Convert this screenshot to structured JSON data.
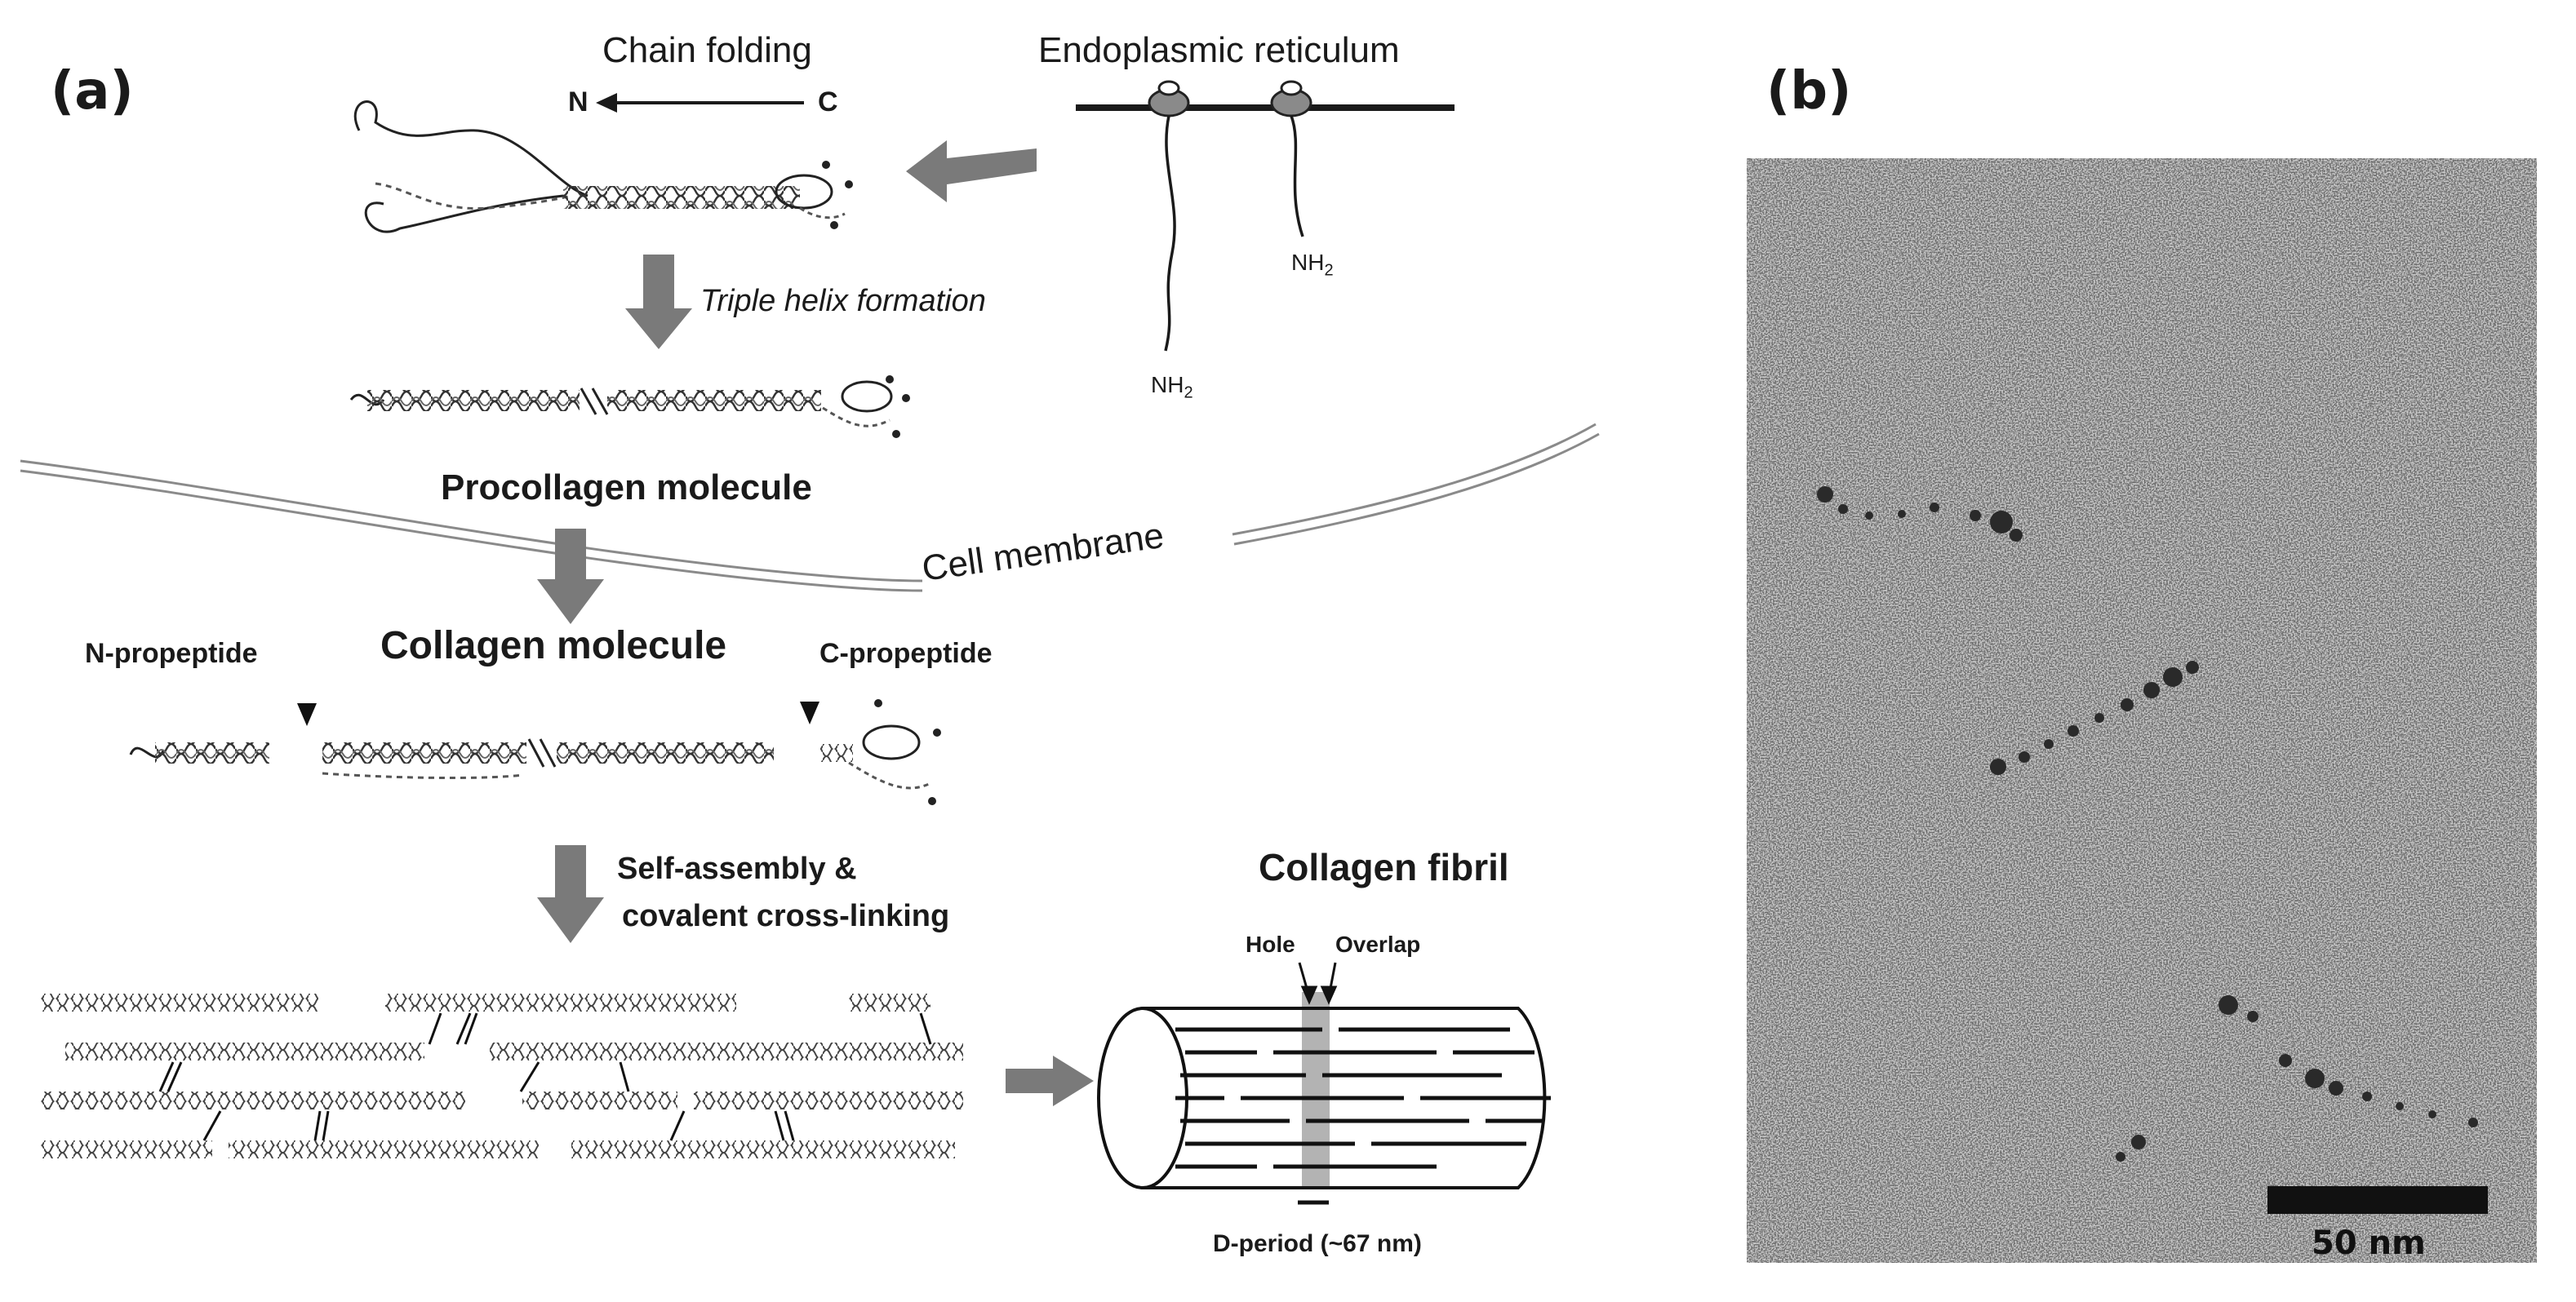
{
  "panels": {
    "a": {
      "letter": "(a)"
    },
    "b": {
      "letter": "(b)"
    }
  },
  "diagram": {
    "chain_folding": {
      "label": "Chain folding",
      "n_label": "N",
      "c_label": "C"
    },
    "endoplasmic_reticulum": {
      "label": "Endoplasmic reticulum",
      "nh2_label": "NH",
      "nh2_sub": "2"
    },
    "triple_helix_formation": "Triple helix formation",
    "procollagen_molecule": "Procollagen molecule",
    "cell_membrane": "Cell membrane",
    "collagen_molecule": "Collagen molecule",
    "n_propeptide": "N-propeptide",
    "c_propeptide": "C-propeptide",
    "self_assembly_line1": "Self-assembly &",
    "self_assembly_line2": "covalent cross-linking",
    "collagen_fibril": "Collagen fibril",
    "hole": "Hole",
    "overlap": "Overlap",
    "d_period": "D-period (~67 nm)"
  },
  "micrograph": {
    "scale_bar_label": "50 nm"
  },
  "colors": {
    "arrow_gray": "#7a7a7a",
    "ink": "#1a1a1a",
    "micrograph_bg": "#c9c9c9",
    "hole_band": "#b3b3b3"
  }
}
